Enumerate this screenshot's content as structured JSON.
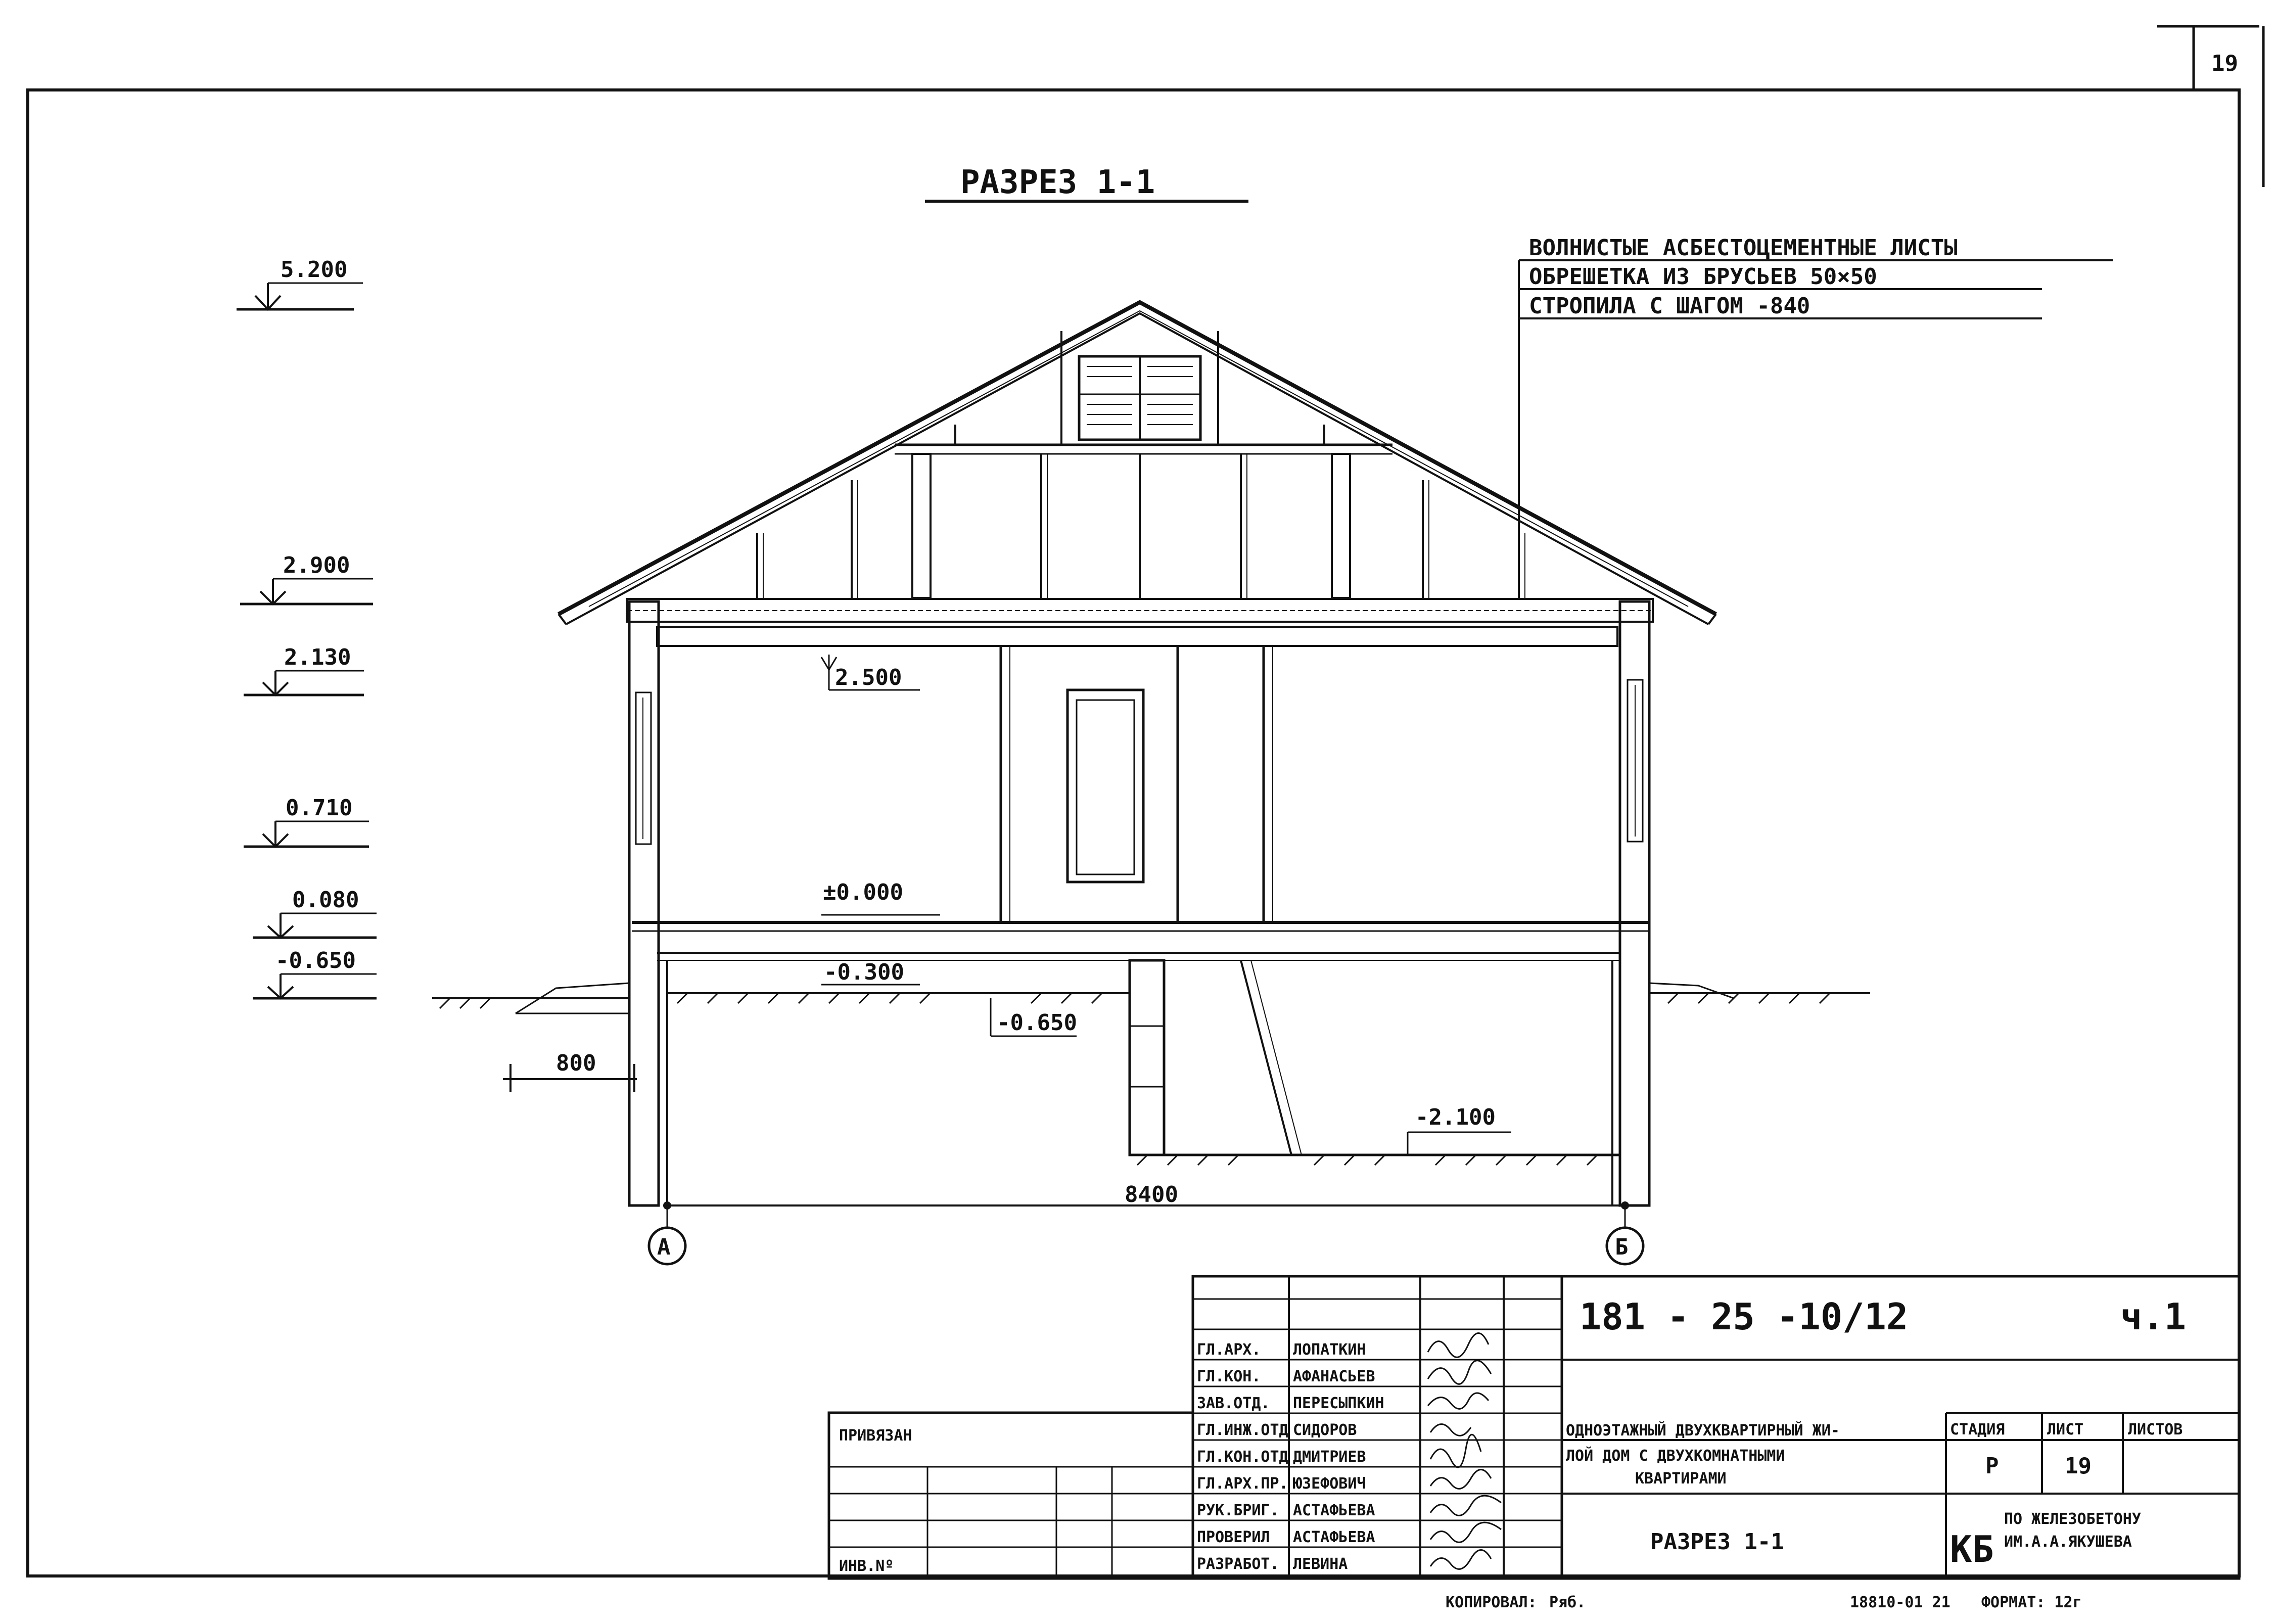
{
  "sheet_number": "19",
  "section_title": "РАЗРЕЗ   1-1",
  "roof_notes": [
    "ВОЛНИСТЫЕ  АСБЕСТОЦЕМЕНТНЫЕ  ЛИСТЫ",
    "ОБРЕШЕТКА   ИЗ  БРУСЬЕВ   50×50",
    "СТРОПИЛА  С  ШАГОМ  -840"
  ],
  "left_levels": [
    "5.200",
    "2.900",
    "2.130",
    "0.710",
    "0.080",
    "-0.650"
  ],
  "inner_levels": {
    "ceiling": "2.500",
    "floor": "±0.000",
    "subfloor": "-0.300",
    "ground": "-0.650",
    "cellar": "-2.100"
  },
  "dimensions": {
    "overall": "8400",
    "blind_area": "800"
  },
  "axes": [
    "А",
    "Б"
  ],
  "title_block": {
    "code": "181 - 25 -10/12",
    "part": "ч.1",
    "privyazan": "ПРИВЯЗАН",
    "inv": "ИНВ.Nº",
    "staff": [
      {
        "role": "ГЛ.АРХ.",
        "name": "ЛОПАТКИН"
      },
      {
        "role": "ГЛ.КОН.",
        "name": "АФАНАСЬЕВ"
      },
      {
        "role": "ЗАВ.ОТД.",
        "name": "ПЕРЕСЫПКИН"
      },
      {
        "role": "ГЛ.ИНЖ.ОТД",
        "name": "СИДОРОВ"
      },
      {
        "role": "ГЛ.КОН.ОТД",
        "name": "ДМИТРИЕВ"
      },
      {
        "role": "ГЛ.АРХ.ПР.",
        "name": "ЮЗЕФОВИЧ"
      },
      {
        "role": "РУК.БРИГ.",
        "name": "АСТАФЬЕВА"
      },
      {
        "role": "ПРОВЕРИЛ",
        "name": "АСТАФЬЕВА"
      },
      {
        "role": "РАЗРАБОТ.",
        "name": "ЛЕВИНА"
      }
    ],
    "description": [
      "ОДНОЭТАЖНЫЙ ДВУХКВАРТИРНЫЙ ЖИ-",
      "ЛОЙ ДОМ С ДВУХКОМНАТНЫМИ",
      "КВАРТИРАМИ"
    ],
    "stage_label": "СТАДИЯ",
    "sheet_label": "ЛИСТ",
    "sheets_label": "ЛИСТОВ",
    "stage": "Р",
    "sheet": "19",
    "drawing_name": "РАЗРЕЗ  1-1",
    "org_kb": "КБ",
    "org_line1": "ПО ЖЕЛЕЗОБЕТОНУ",
    "org_line2": "ИМ.А.А.ЯКУШЕВА"
  },
  "footer": {
    "copied": "КОПИРОВАЛ:",
    "copied_sign": "Ряб.",
    "number": "18810-01  21",
    "format": "ФОРМАТ:  12г"
  }
}
